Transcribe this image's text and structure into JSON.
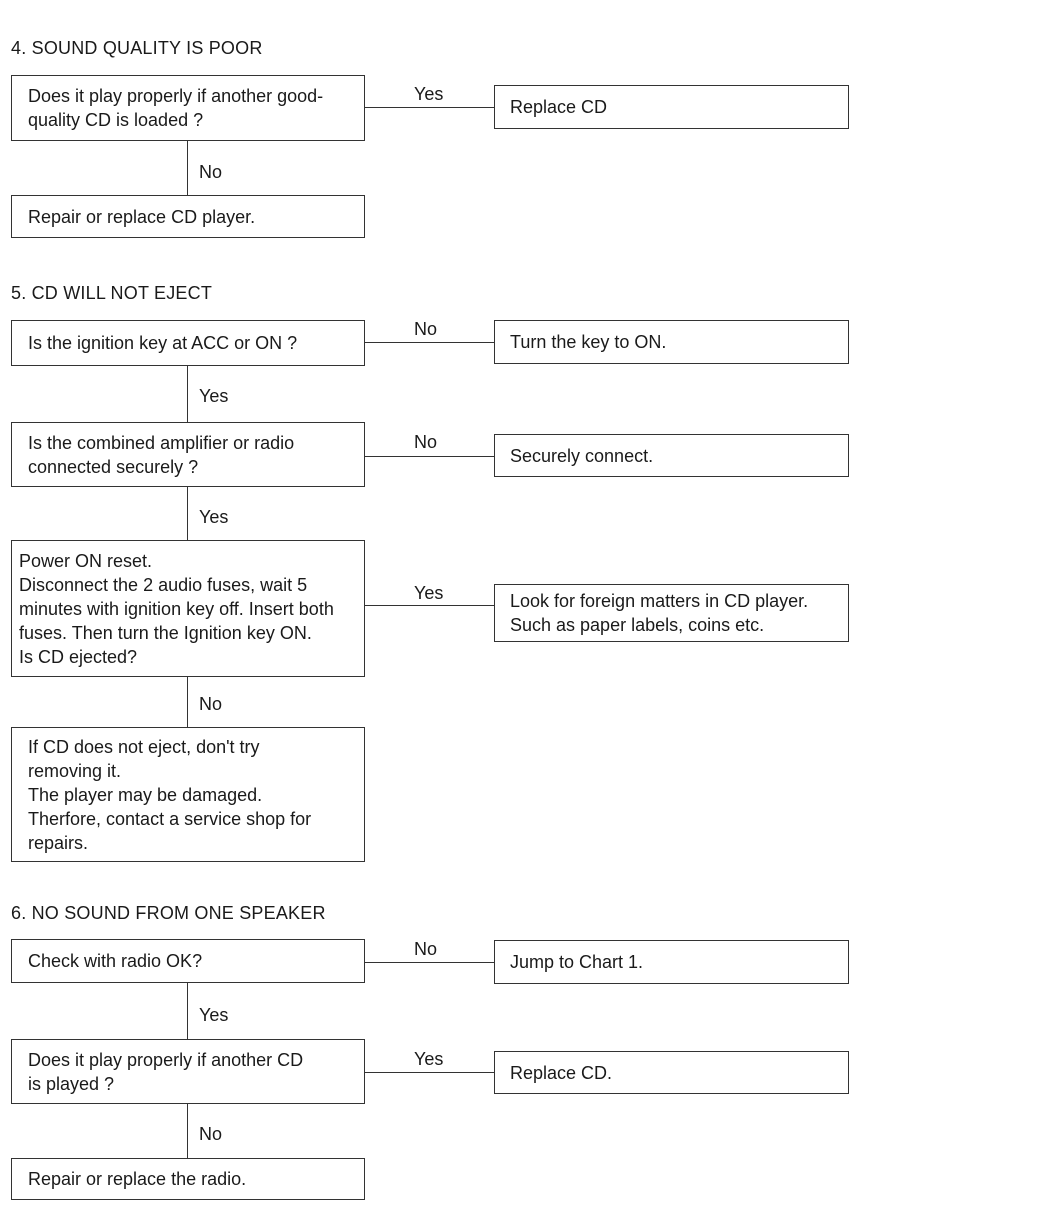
{
  "sections": [
    {
      "title": "4.  SOUND QUALITY IS POOR",
      "q1": "Does it play properly if another good-\nquality CD is loaded ?",
      "q1_branch": "Yes",
      "q1_result": "Replace CD",
      "q1_down": "No",
      "end": "Repair or replace CD player."
    },
    {
      "title": "5.  CD WILL NOT EJECT",
      "q1": "Is the ignition key at ACC or ON ?",
      "q1_branch": "No",
      "q1_result": "Turn the key to ON.",
      "q1_down": "Yes",
      "q2": "Is the combined amplifier or radio\nconnected securely ?",
      "q2_branch": "No",
      "q2_result": "Securely connect.",
      "q2_down": "Yes",
      "q3": "Power ON reset.\nDisconnect the 2 audio fuses, wait 5\nminutes with ignition key off. Insert both\nfuses. Then turn the Ignition key ON.\nIs CD ejected?",
      "q3_branch": "Yes",
      "q3_result": "Look for foreign matters in CD player.\nSuch as paper labels, coins etc.",
      "q3_down": "No",
      "end": "If  CD does not eject, don't try\nremoving it.\nThe player may be damaged.\nTherfore,  contact a service shop for\nrepairs."
    },
    {
      "title": "6.  NO SOUND FROM ONE SPEAKER",
      "q1": "Check with radio OK?",
      "q1_branch": "No",
      "q1_result": "Jump to Chart 1.",
      "q1_down": "Yes",
      "q2": "Does it play properly if another CD\nis played ?",
      "q2_branch": "Yes",
      "q2_result": "Replace CD.",
      "q2_down": "No",
      "end": "Repair or replace the radio."
    }
  ]
}
